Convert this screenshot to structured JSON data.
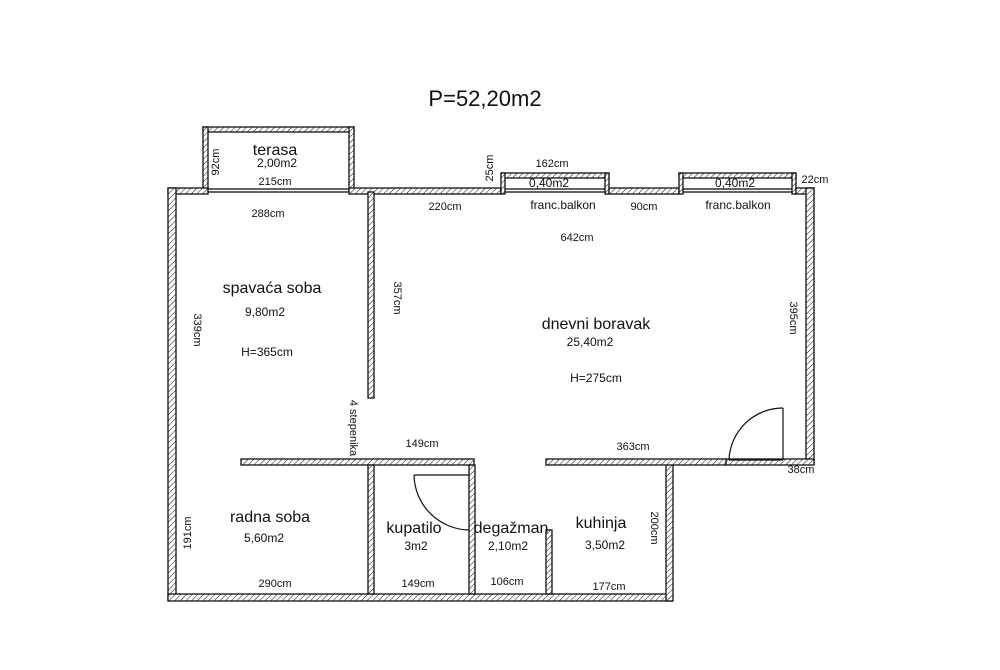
{
  "title": "P=52,20m2",
  "rooms": {
    "terasa": {
      "name": "terasa",
      "area": "2,00m2"
    },
    "spavaca": {
      "name": "spavaća soba",
      "area": "9,80m2",
      "height": "H=365cm"
    },
    "dnevni": {
      "name": "dnevni boravak",
      "area": "25,40m2",
      "height": "H=275cm"
    },
    "radna": {
      "name": "radna soba",
      "area": "5,60m2"
    },
    "kupatilo": {
      "name": "kupatilo",
      "area": "3m2"
    },
    "degazman": {
      "name": "degažman",
      "area": "2,10m2"
    },
    "kuhinja": {
      "name": "kuhinja",
      "area": "3,50m2"
    },
    "balkon1": {
      "name": "franc.balkon",
      "area": "0,40m2"
    },
    "balkon2": {
      "name": "franc.balkon",
      "area": "0,40m2"
    }
  },
  "dims": {
    "terasa_depth": "92cm",
    "terasa_width": "215cm",
    "spavaca_width": "288cm",
    "spavaca_depth": "339cm",
    "wall_357": "357cm",
    "stairs": "4 stepenika",
    "d25": "25cm",
    "d162": "162cm",
    "d22": "22cm",
    "d220": "220cm",
    "d90": "90cm",
    "d642": "642cm",
    "d395": "395cm",
    "d149_top": "149cm",
    "d363": "363cm",
    "d38": "38cm",
    "d191": "191cm",
    "d290": "290cm",
    "d149_bottom": "149cm",
    "d106": "106cm",
    "d177": "177cm",
    "d200": "200cm"
  }
}
